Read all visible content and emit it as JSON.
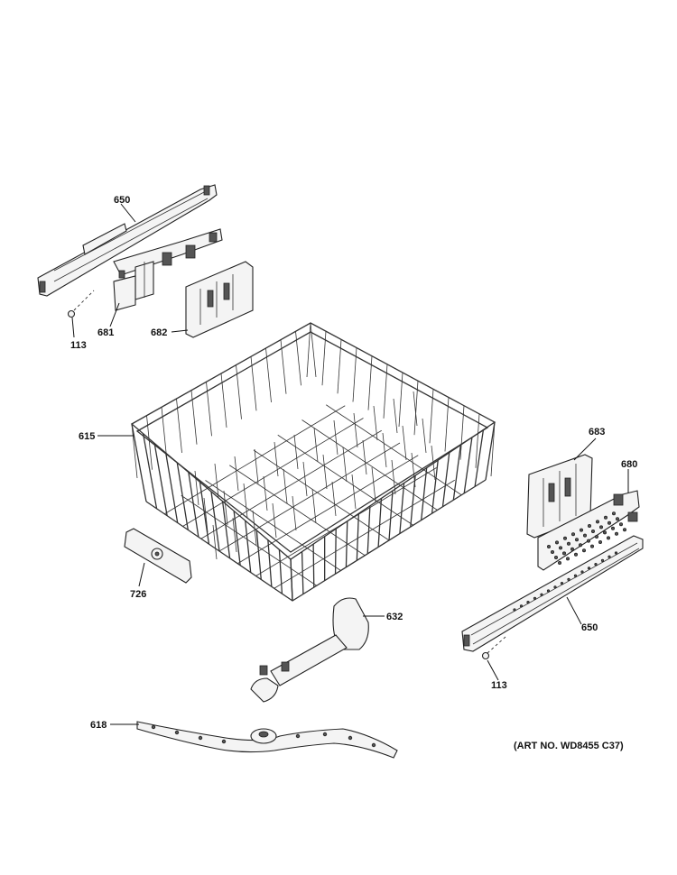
{
  "callouts": {
    "c650_top": "650",
    "c681": "681",
    "c682": "682",
    "c113_top": "113",
    "c615": "615",
    "c683": "683",
    "c680": "680",
    "c726": "726",
    "c632": "632",
    "c650_bottom": "650",
    "c113_bottom": "113",
    "c618": "618"
  },
  "art_number": "(ART NO. WD8455 C37)"
}
